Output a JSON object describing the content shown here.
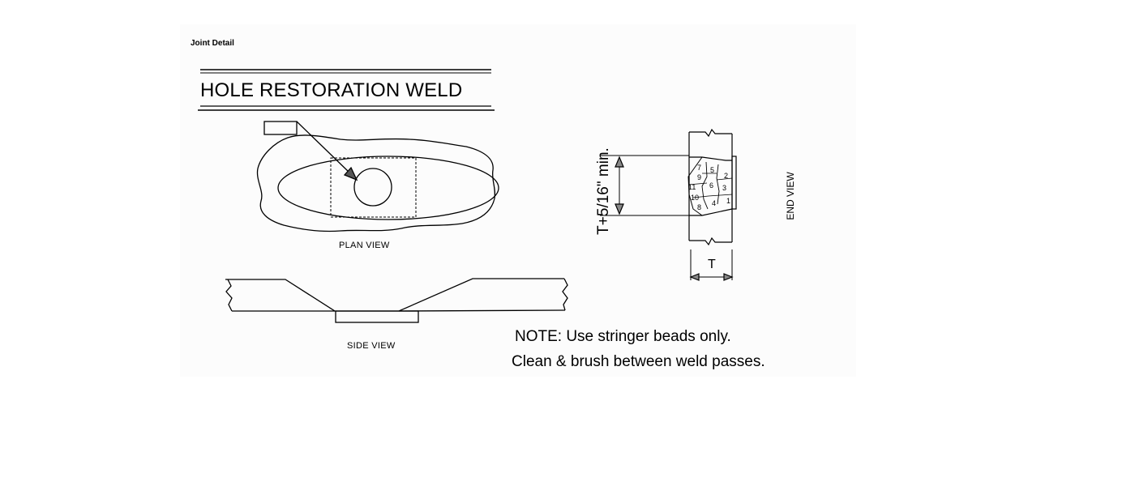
{
  "header": {
    "joint_label": "Joint Detail",
    "title": "HOLE RESTORATION WELD"
  },
  "views": {
    "plan": "PLAN VIEW",
    "side": "SIDE VIEW",
    "end": "END VIEW"
  },
  "dimensions": {
    "height": "T+5/16\" min.",
    "thickness": "T"
  },
  "weld_pass_numbers": [
    "1",
    "2",
    "3",
    "4",
    "5",
    "6",
    "7",
    "8",
    "9",
    "10",
    "11"
  ],
  "notes": {
    "line1": "NOTE: Use stringer beads only.",
    "line2": "Clean & brush between weld passes."
  }
}
